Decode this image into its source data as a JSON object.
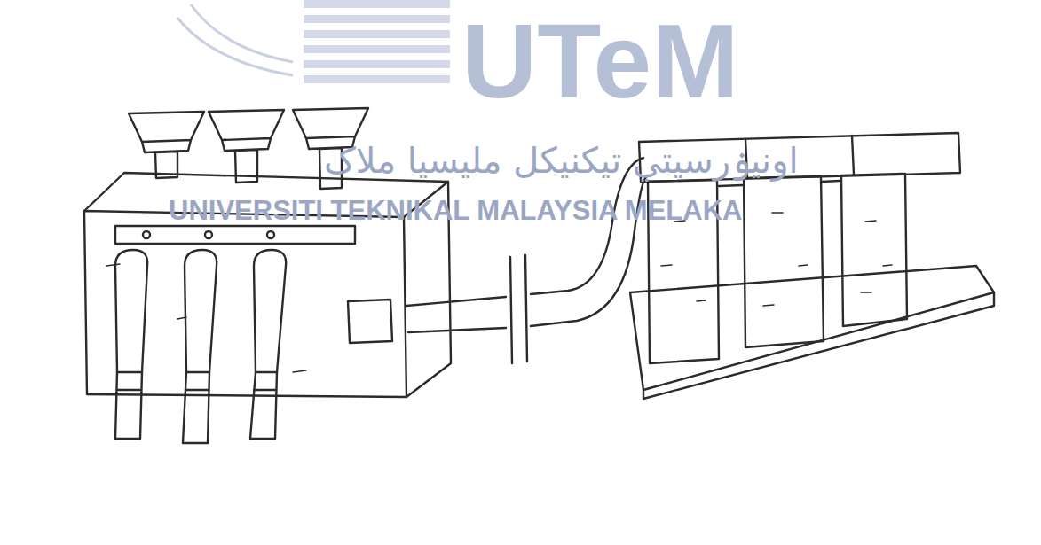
{
  "diagram": {
    "labels": [
      "UTeM",
      "اونيۏرسيتي تيکنيکل مليسيا ملاک",
      "UNIVERSITI TEKNIKAL MALAYSIA MELAKA"
    ]
  }
}
